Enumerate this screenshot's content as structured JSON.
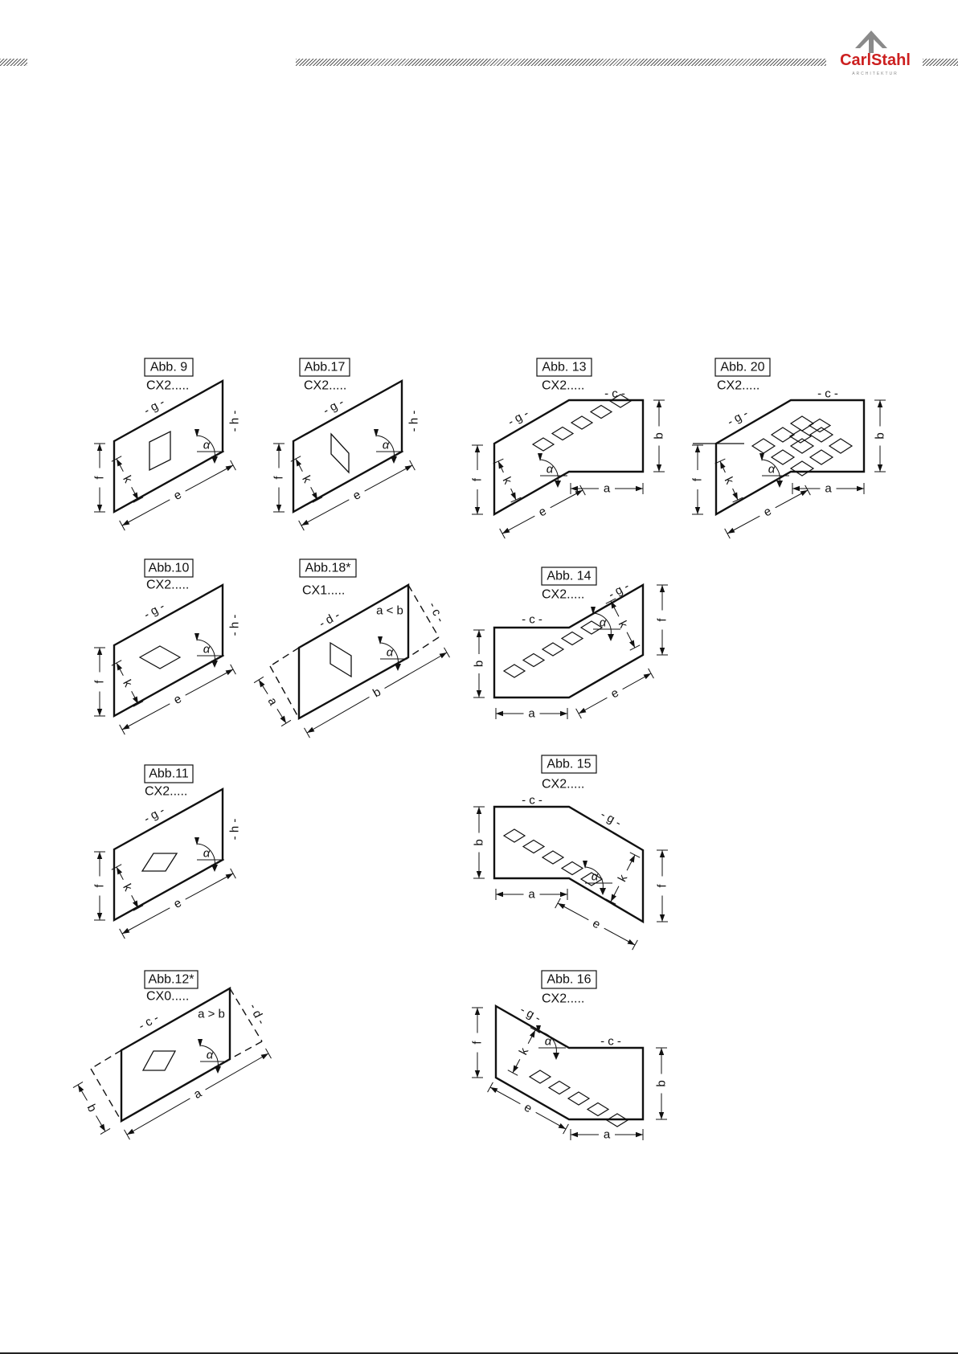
{
  "header": {
    "logo_text": "CarlStahl",
    "logo_sub": "ARCHITEKTUR",
    "brand_color": "#cc1f1f",
    "logo_gray": "#8a8a8a"
  },
  "figures": {
    "f9": {
      "tag": "Abb.  9",
      "code": "CX2....."
    },
    "f17": {
      "tag": "Abb.17",
      "code": "CX2....."
    },
    "f13": {
      "tag": "Abb. 13",
      "code": "CX2....."
    },
    "f20": {
      "tag": "Abb. 20",
      "code": "CX2....."
    },
    "f10": {
      "tag": "Abb.10",
      "code": "CX2....."
    },
    "f18": {
      "tag": "Abb.18*",
      "code": "CX1....."
    },
    "f14": {
      "tag": "Abb. 14",
      "code": "CX2....."
    },
    "f11": {
      "tag": "Abb.11",
      "code": "CX2....."
    },
    "f15": {
      "tag": "Abb. 15",
      "code": "CX2....."
    },
    "f12": {
      "tag": "Abb.12*",
      "code": "CX0....."
    },
    "f16": {
      "tag": "Abb. 16",
      "code": "CX2....."
    }
  },
  "labels": {
    "g": "- g -",
    "h": "- h -",
    "c": "- c -",
    "d": "- d -",
    "e": "e",
    "f": "f",
    "k": "k",
    "a": "a",
    "b": "b",
    "alpha": "α",
    "a_lt_b": "a < b",
    "a_gt_b": "a > b"
  }
}
